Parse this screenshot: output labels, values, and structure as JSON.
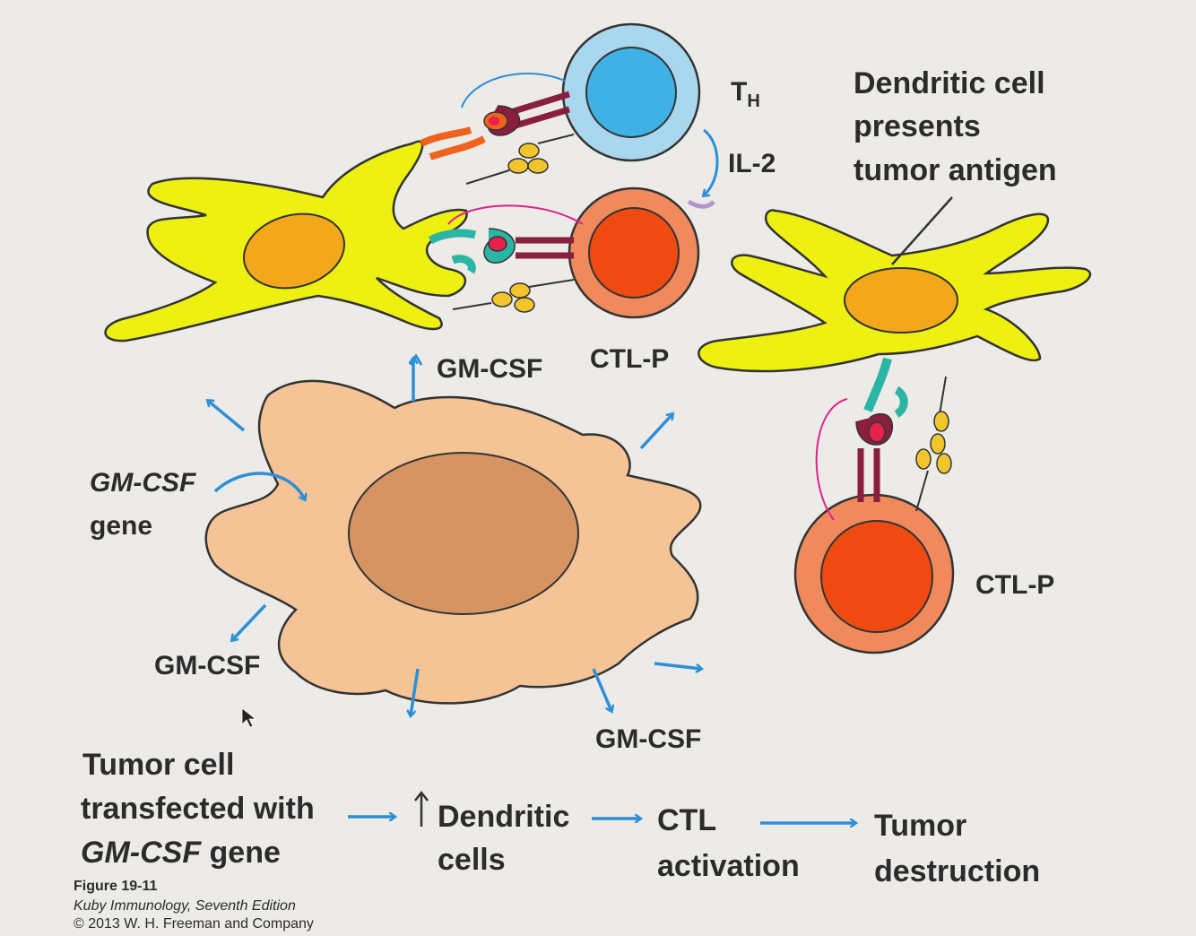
{
  "labels": {
    "th": "T",
    "th_sub": "H",
    "il2": "IL-2",
    "dc_title_line1": "Dendritic cell",
    "dc_title_line2": "presents",
    "dc_title_line3": "tumor antigen",
    "gmcsf_top": "GM-CSF",
    "ctlp_top": "CTL-P",
    "ctlp_right": "CTL-P",
    "gmcsf_gene_line1": "GM-CSF",
    "gmcsf_gene_line2": "gene",
    "gmcsf_left": "GM-CSF",
    "gmcsf_bottom": "GM-CSF"
  },
  "flow": {
    "tumor_line1": "Tumor cell",
    "tumor_line2": "transfected with",
    "tumor_line3_italic": "GM-CSF",
    "tumor_line3_rest": " gene",
    "dendritic_line1": "Dendritic",
    "dendritic_line2": "cells",
    "ctl_line1": "CTL",
    "ctl_line2": "activation",
    "tumor_destruction_line1": "Tumor",
    "tumor_destruction_line2": "destruction"
  },
  "caption": {
    "figure": "Figure 19-11",
    "book": "Kuby Immunology, Seventh Edition",
    "copyright": "© 2013 W. H. Freeman and Company"
  },
  "colors": {
    "dendritic_cell": "#eef012",
    "dc_nucleus": "#f2a81a",
    "th_cell": "#a9d8ee",
    "th_nucleus": "#3fb1e4",
    "ctl_cell": "#f08a5d",
    "ctl_nucleus": "#ee4a12",
    "tumor_cell": "#f4c496",
    "tumor_nucleus": "#d69462",
    "arrow": "#2d8fd6",
    "receptor": "#8a1e3e",
    "mhc_teal": "#2bb5a5",
    "mhc_orange": "#f0621e"
  }
}
